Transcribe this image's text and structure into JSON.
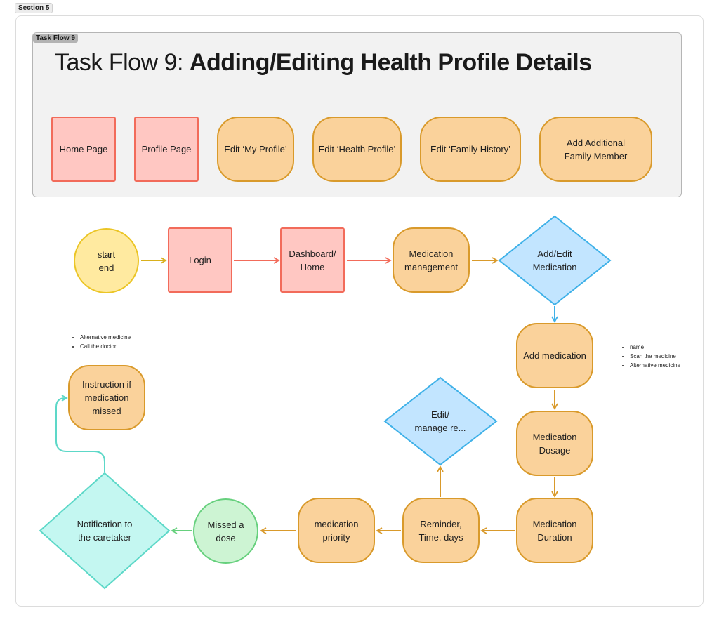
{
  "section_label": "Section 5",
  "taskflow_label": "Task Flow 9",
  "title": {
    "prefix": "Task Flow 9: ",
    "bold": "Adding/Editing Health Profile Details"
  },
  "legend": {
    "home_page": "Home Page",
    "profile_page": "Profile Page",
    "edit_my_profile": "Edit ‘My Profile’",
    "edit_health_profile": "Edit ‘Health Profile’",
    "edit_family_history": "Edit ‘Family History’",
    "add_family_member": "Add Additional\nFamily Member"
  },
  "flow": {
    "start_end": "start\nend",
    "login": "Login",
    "dashboard": "Dashboard/\nHome",
    "medication_management": "Medication\nmanagement",
    "add_edit_medication": "Add/Edit\nMedication",
    "add_medication": "Add medication",
    "medication_dosage": "Medication\nDosage",
    "medication_duration": "Medication\nDuration",
    "reminder": "Reminder,\nTime. days",
    "edit_manage": "Edit/\nmanage re...",
    "medication_priority": "medication\npriority",
    "missed_dose": "Missed a\ndose",
    "notification": "Notification to\nthe caretaker",
    "instruction": "Instruction if\nmedication\nmissed"
  },
  "notes": {
    "missed_notes": [
      "Alternative medicine",
      "Call the doctor"
    ],
    "add_med_notes": [
      "name",
      "Scan the medicine",
      "Alternative medicine"
    ]
  },
  "colors": {
    "red_fill": "#ffc7c2",
    "red_stroke": "#f26b5a",
    "orange_fill": "#fad29b",
    "orange_stroke": "#d99a2b",
    "yellow_stroke": "#ebc526",
    "blue_fill": "#c2e5ff",
    "blue_stroke": "#3fb1e8",
    "teal_fill": "#c4f7f1",
    "teal_stroke": "#5dd8c8",
    "green_stroke": "#66d07d"
  }
}
